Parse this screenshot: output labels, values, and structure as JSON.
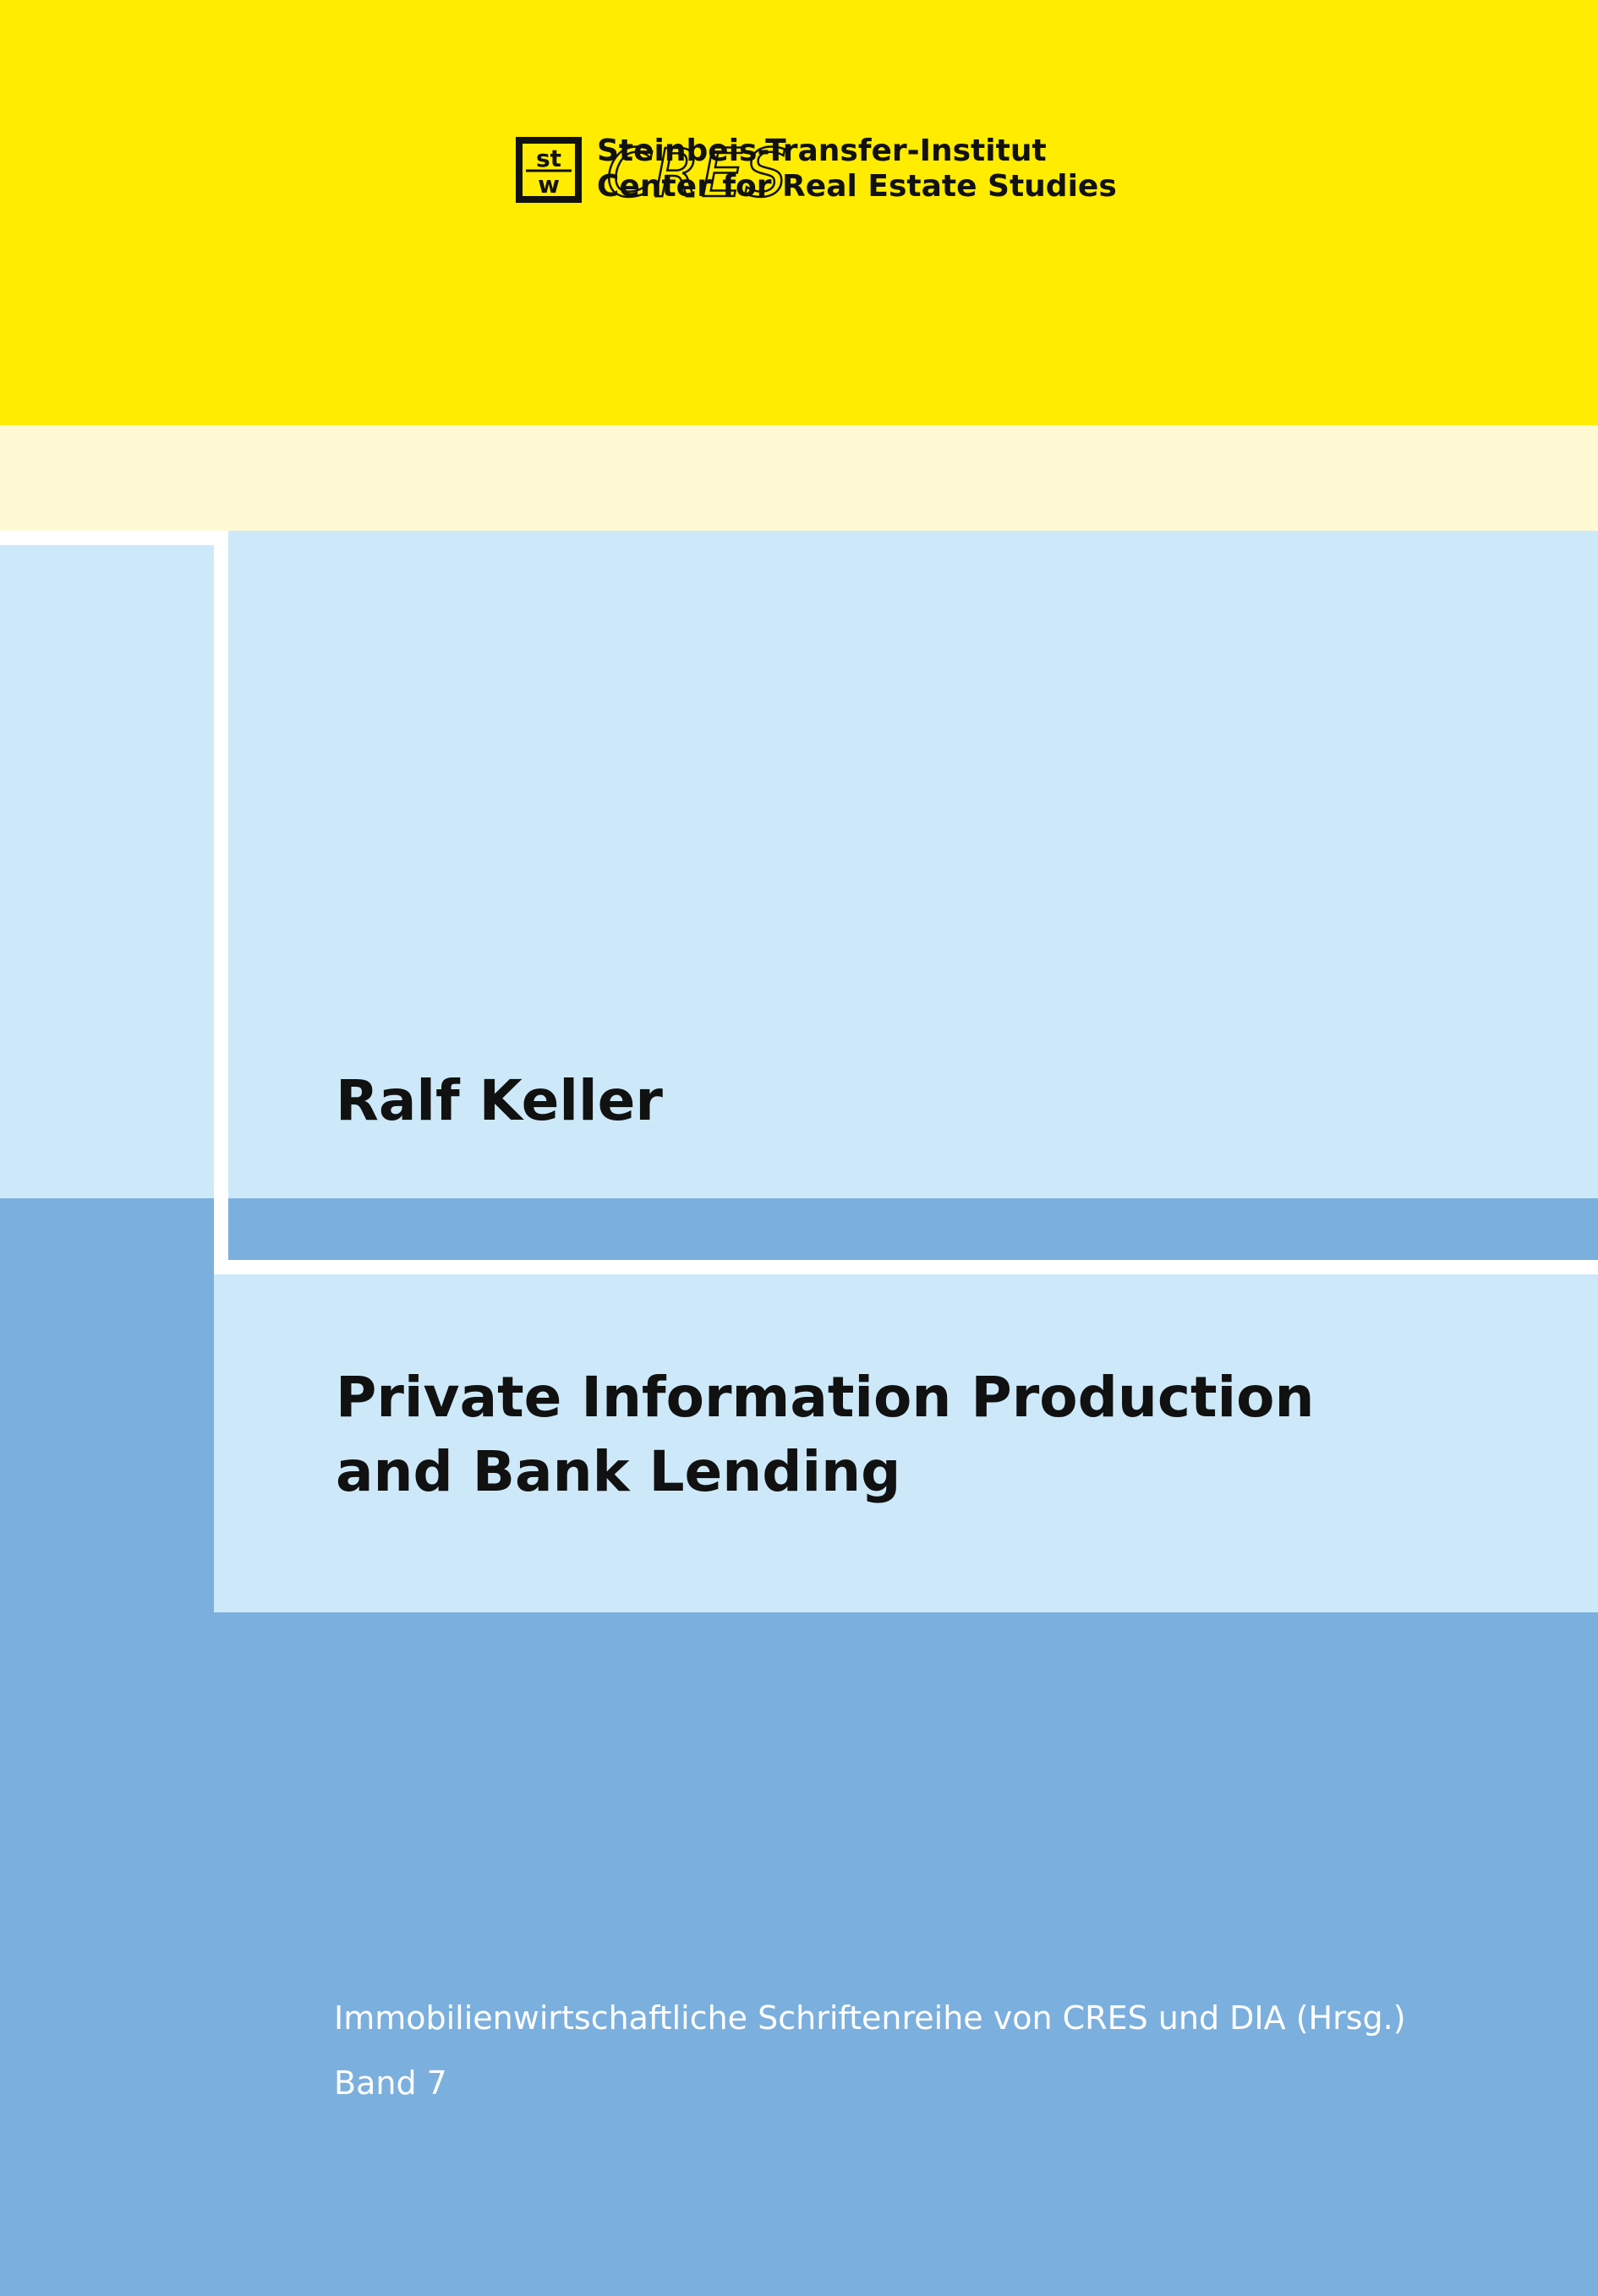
{
  "logo": {
    "brand": "CRES",
    "mark_top": "st",
    "mark_bottom": "w",
    "line1": "Steinbeis-Transfer-Institut",
    "line2": "Center for Real Estate Studies"
  },
  "cover": {
    "author": "Ralf Keller",
    "title_line1": "Private Information Production",
    "title_line2": "and Bank Lending",
    "series": "Immobilienwirtschaftliche Schriftenreihe von CRES und DIA (Hrsg.)",
    "volume": "Band 7"
  },
  "colors": {
    "yellow": "#ffec00",
    "cream": "#fffad4",
    "light_blue": "#cde9f9",
    "mid_blue": "#7bafde",
    "white": "#ffffff"
  }
}
